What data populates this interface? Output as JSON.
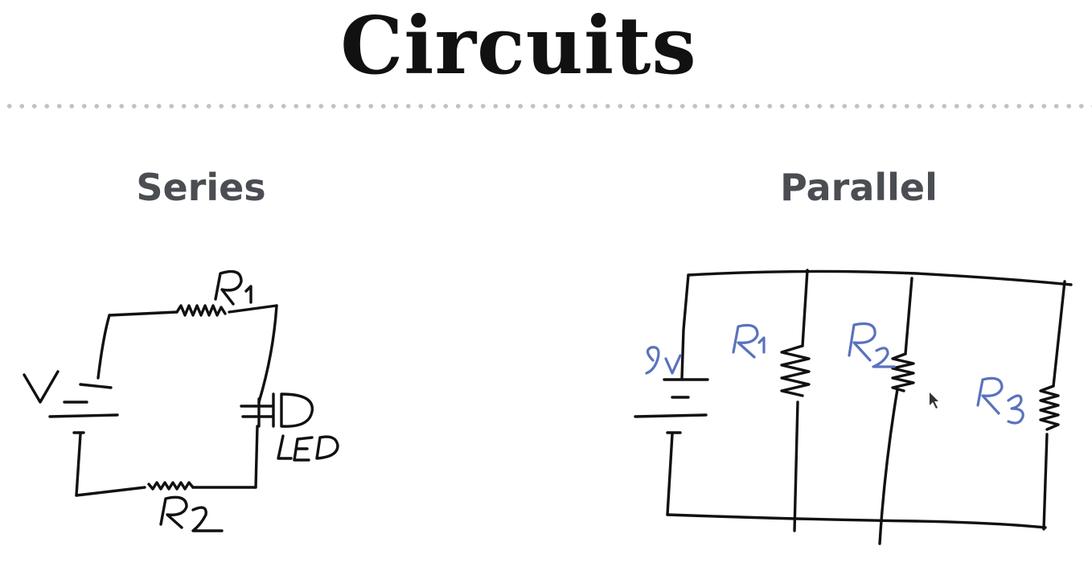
{
  "title": "Circuits",
  "sections": {
    "series": {
      "heading": "Series",
      "handwritten_labels": [
        "R1",
        "V",
        "LED",
        "R2"
      ]
    },
    "parallel": {
      "heading": "Parallel",
      "handwritten_labels": [
        "9v",
        "R1",
        "R2",
        "R3"
      ]
    }
  },
  "colors": {
    "title_text": "#111111",
    "heading_text": "#4a4d52",
    "sketch_ink": "#111111",
    "annotation_ink": "#5a72bd",
    "divider_dots": "#c2c2c2"
  }
}
